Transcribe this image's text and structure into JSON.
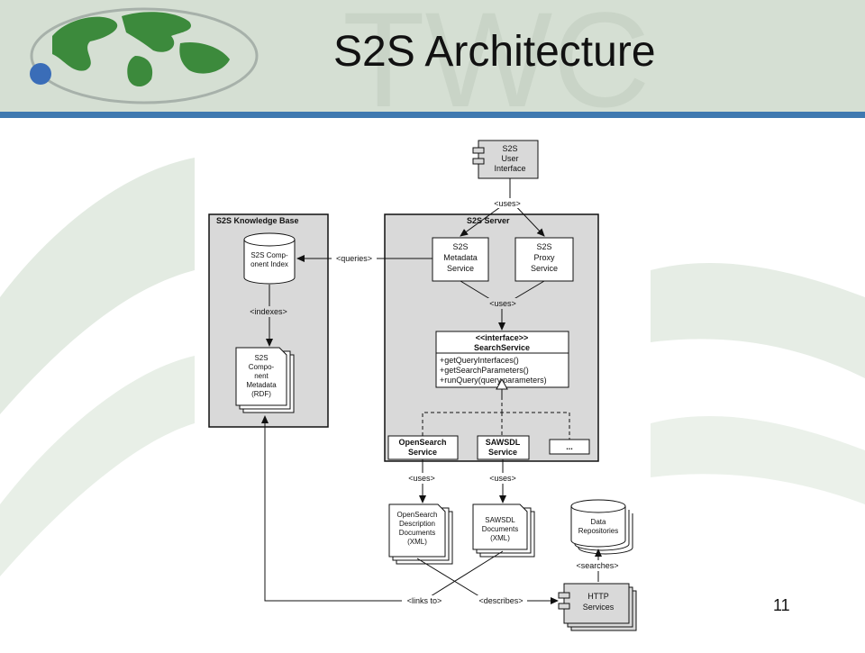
{
  "slide": {
    "title": "S2S Architecture",
    "watermark": "TWC",
    "page_number": "11"
  },
  "colors": {
    "header_bg": "#d5dfd3",
    "header_bar": "#3f79b0",
    "box_gray": "#d9d9d9",
    "globe_blue": "#3a6db8"
  },
  "diagram": {
    "user_interface": [
      "S2S",
      "User",
      "Interface"
    ],
    "kb_title": "S2S Knowledge Base",
    "server_title": "S2S Server",
    "component_index": [
      "S2S Comp-",
      "onent Index"
    ],
    "component_metadata": [
      "S2S",
      "Compo-",
      "nent",
      "Metadata",
      "(RDF)"
    ],
    "metadata_service": [
      "S2S",
      "Metadata",
      "Service"
    ],
    "proxy_service": [
      "S2S",
      "Proxy",
      "Service"
    ],
    "search_service": {
      "stereotype": "<<interface>>",
      "name": "SearchService",
      "methods": [
        "+getQueryInterfaces()",
        "+getSearchParameters()",
        "+runQuery(query,parameters)"
      ]
    },
    "opensearch_service": [
      "OpenSearch",
      "Service"
    ],
    "sawsdl_service": [
      "SAWSDL",
      "Service"
    ],
    "more_service": "...",
    "opensearch_docs": [
      "OpenSearch",
      "Description",
      "Documents",
      "(XML)"
    ],
    "sawsdl_docs": [
      "SAWSDL",
      "Documents",
      "(XML)"
    ],
    "data_repositories": [
      "Data",
      "Repositories"
    ],
    "http_services": [
      "HTTP",
      "Services"
    ],
    "labels": {
      "uses_top": "<uses>",
      "queries": "<queries>",
      "indexes": "<indexes>",
      "uses_mid": "<uses>",
      "uses_opensearch": "<uses>",
      "uses_sawsdl": "<uses>",
      "searches": "<searches>",
      "links_to": "<links to>",
      "describes": "<describes>"
    }
  }
}
